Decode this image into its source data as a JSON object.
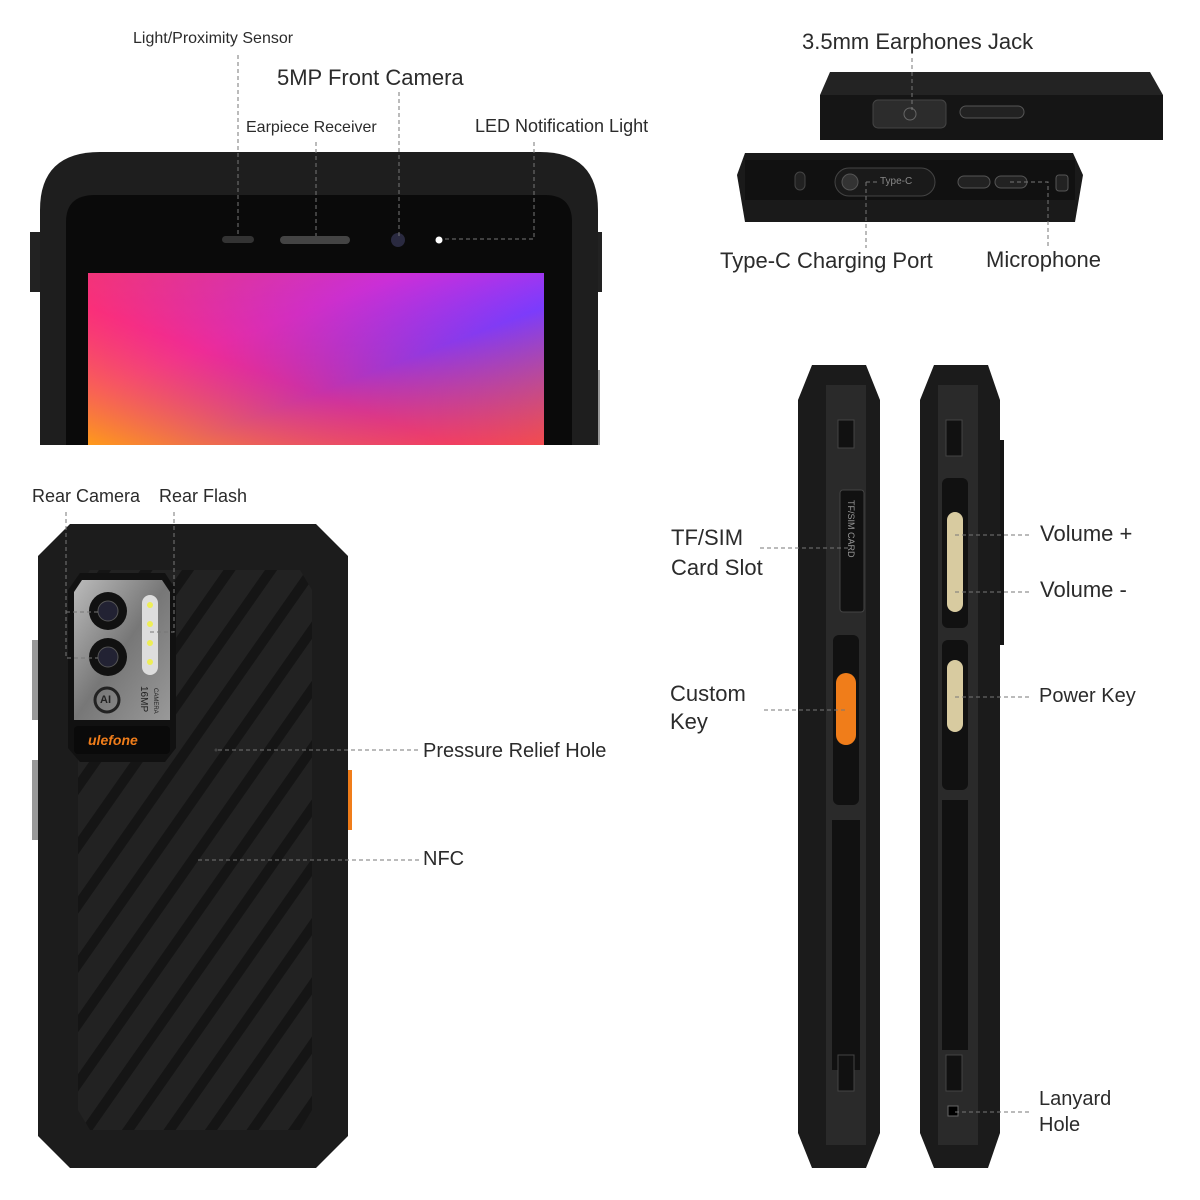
{
  "labels": {
    "light_sensor": "Light/Proximity Sensor",
    "front_camera": "5MP Front Camera",
    "earpiece": "Earpiece Receiver",
    "led_light": "LED Notification Light",
    "earphone_jack": "3.5mm Earphones Jack",
    "type_c_port": "Type-C Charging Port",
    "microphone": "Microphone",
    "rear_camera": "Rear Camera",
    "rear_flash": "Rear Flash",
    "pressure_hole": "Pressure Relief Hole",
    "nfc": "NFC",
    "sim_slot_1": "TF/SIM",
    "sim_slot_2": "Card Slot",
    "custom_key_1": "Custom",
    "custom_key_2": "Key",
    "volume_up": "Volume +",
    "volume_down": "Volume -",
    "power_key": "Power Key",
    "lanyard_1": "Lanyard",
    "lanyard_2": "Hole"
  },
  "device_print": {
    "port_text": "Type-C",
    "sim_text": "TF/SIM CARD",
    "camera_mp": "16MP",
    "camera_word": "CAMERA",
    "ai_badge": "AI",
    "brand_logo": "ulefone"
  },
  "colors": {
    "body": "#1c1c1c",
    "accent_orange": "#f07d1a",
    "leader_line": "#777777"
  }
}
